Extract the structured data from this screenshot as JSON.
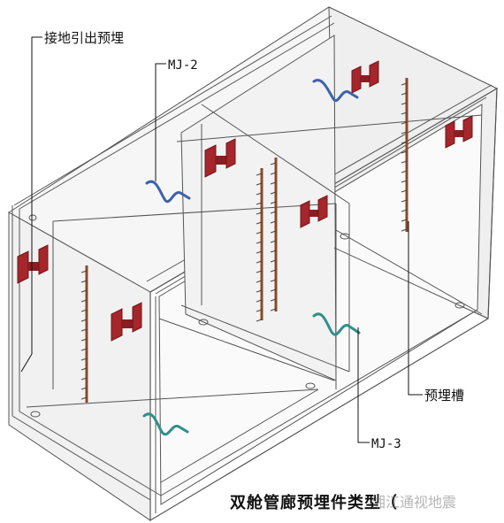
{
  "labels": {
    "grounding_lead": "接地引出预埋",
    "mj2": "MJ-2",
    "mj3": "MJ-3",
    "embedded_channel": "预埋槽"
  },
  "caption": "双舱管廊预埋件类型（",
  "watermark": "湘江通视地震",
  "colors": {
    "plate": "#a5262b",
    "plate_dark": "#6e1518",
    "channel": "#8a4a2a",
    "mj2_wire": "#3e62a8",
    "mj3_wire": "#2f8f8a",
    "outline": "#555555",
    "wall": "#f4f4f4"
  }
}
